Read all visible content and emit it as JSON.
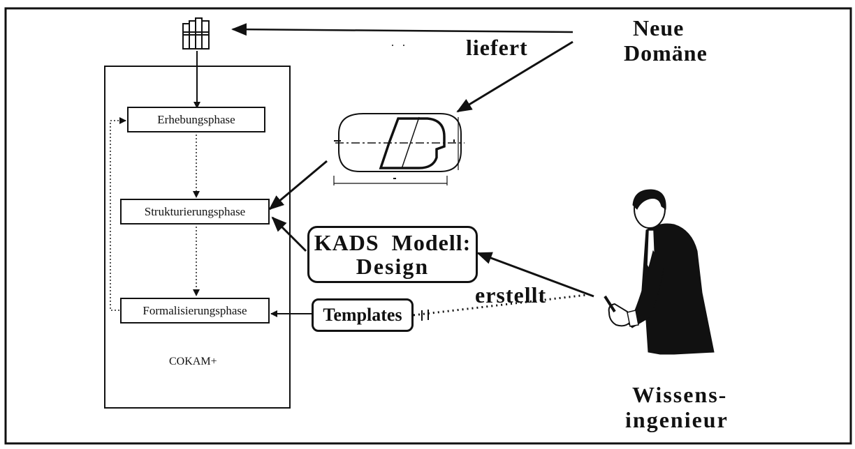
{
  "phases": {
    "erhebung": "Erhebungsphase",
    "strukturierung": "Strukturierungsphase",
    "formalisierung": "Formalisierungsphase"
  },
  "cokam_label": "COKAM+",
  "domain": {
    "line1": "Neue",
    "line2": "Domäne"
  },
  "liefert": "liefert",
  "kads": {
    "line1": "KADS  Modell:",
    "line2": "Design"
  },
  "erstellt": "erstellt",
  "templates": "Templates",
  "engineer": {
    "line1": "Wissens-",
    "line2": "ingenieur"
  },
  "icons": [
    "books-icon",
    "car-body-drawing-icon",
    "knowledge-engineer-figure"
  ]
}
